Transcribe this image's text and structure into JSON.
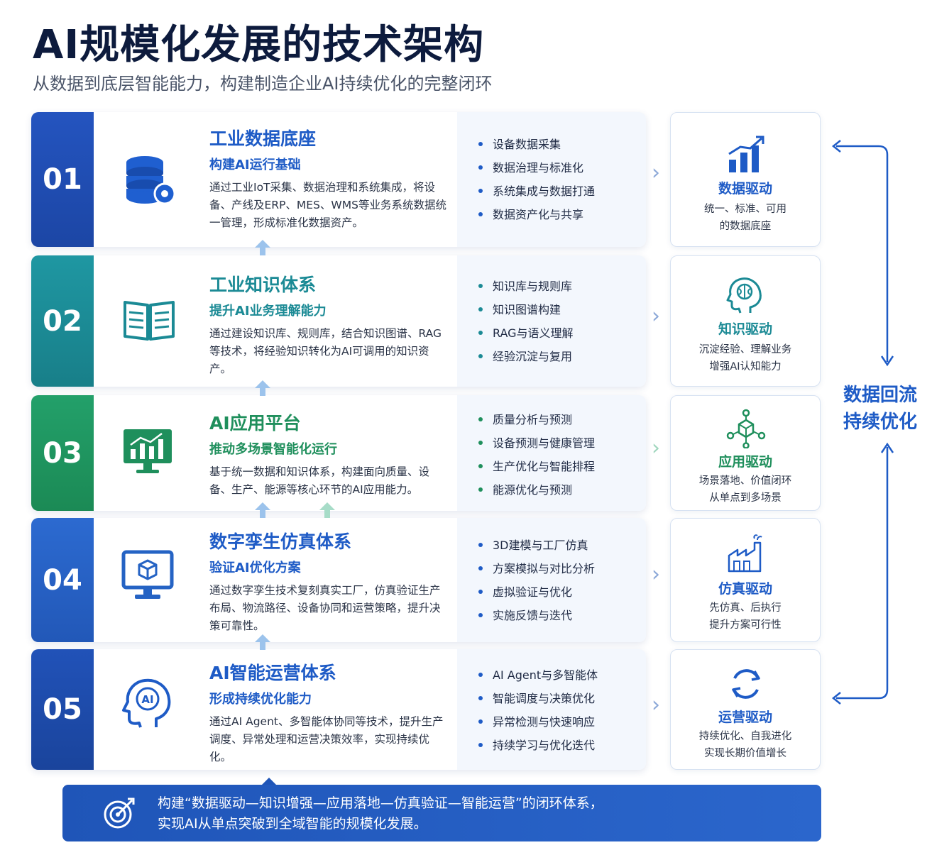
{
  "header": {
    "title": "AI规模化发展的技术架构",
    "subtitle": "从数据到底层智能能力，构建制造企业AI持续优化的完整闭环"
  },
  "layers": [
    {
      "num": "01",
      "title": "工业数据底座",
      "subtitle": "构建AI运行基础",
      "desc": "通过工业IoT采集、数据治理和系统集成，将设备、产线及ERP、MES、WMS等业务系统数据统一管理，形成标准化数据资产。",
      "icon": "database-gear-icon",
      "color": "#1f4fb5",
      "features": [
        "设备数据采集",
        "数据治理与标准化",
        "系统集成与数据打通",
        "数据资产化与共享"
      ]
    },
    {
      "num": "02",
      "title": "工业知识体系",
      "subtitle": "提升AI业务理解能力",
      "desc": "通过建设知识库、规则库，结合知识图谱、RAG等技术，将经验知识转化为AI可调用的知识资产。",
      "icon": "open-book-icon",
      "color": "#1b8a95",
      "features": [
        "知识库与规则库",
        "知识图谱构建",
        "RAG与语义理解",
        "经验沉淀与复用"
      ]
    },
    {
      "num": "03",
      "title": "AI应用平台",
      "subtitle": "推动多场景智能化运行",
      "desc": "基于统一数据和知识体系，构建面向质量、设备、生产、能源等核心环节的AI应用能力。",
      "icon": "monitor-chart-icon",
      "color": "#1f8f5c",
      "features": [
        "质量分析与预测",
        "设备预测与健康管理",
        "生产优化与智能排程",
        "能源优化与预测"
      ]
    },
    {
      "num": "04",
      "title": "数字孪生仿真体系",
      "subtitle": "验证AI优化方案",
      "desc": "通过数字孪生技术复刻真实工厂，仿真验证生产布局、物流路径、设备协同和运营策略，提升决策可靠性。",
      "icon": "monitor-cube-icon",
      "color": "#2563c4",
      "features": [
        "3D建模与工厂仿真",
        "方案模拟与对比分析",
        "虚拟验证与优化",
        "实施反馈与迭代"
      ]
    },
    {
      "num": "05",
      "title": "AI智能运营体系",
      "subtitle": "形成持续优化能力",
      "desc": "通过AI Agent、多智能体协同等技术，提升生产调度、异常处理和运营决策效率，实现持续优化。",
      "icon": "ai-head-icon",
      "color": "#1d4fae",
      "features": [
        "AI Agent与多智能体",
        "智能调度与决策优化",
        "异常检测与快速响应",
        "持续学习与优化迭代"
      ]
    }
  ],
  "drivers": [
    {
      "title": "数据驱动",
      "desc1": "统一、标准、可用",
      "desc2": "的数据底座",
      "icon": "bar-chart-up-icon",
      "color": "#1e5bc6"
    },
    {
      "title": "知识驱动",
      "desc1": "沉淀经验、理解业务",
      "desc2": "增强AI认知能力",
      "icon": "brain-head-icon",
      "color": "#1b8a95"
    },
    {
      "title": "应用驱动",
      "desc1": "场景落地、价值闭环",
      "desc2": "从单点到多场景",
      "icon": "network-cube-icon",
      "color": "#1f8f5c"
    },
    {
      "title": "仿真驱动",
      "desc1": "先仿真、后执行",
      "desc2": "提升方案可行性",
      "icon": "factory-icon",
      "color": "#1e5bc6"
    },
    {
      "title": "运营驱动",
      "desc1": "持续优化、自我进化",
      "desc2": "实现长期价值增长",
      "icon": "cycle-arrows-icon",
      "color": "#1e5bc6"
    }
  ],
  "loop": {
    "line1": "数据回流",
    "line2": "持续优化"
  },
  "banner": {
    "line1": "构建“数据驱动—知识增强—应用落地—仿真验证—智能运营”的闭环体系，",
    "line2": "实现AI从单点突破到全域智能的规模化发展。",
    "icon": "target-icon"
  }
}
